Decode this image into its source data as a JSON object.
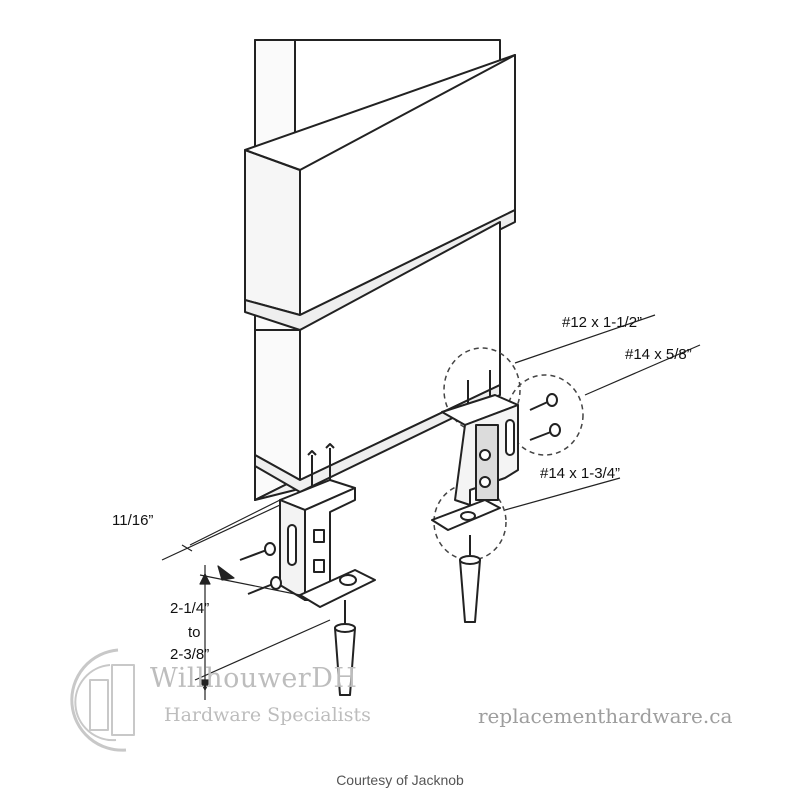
{
  "dimensions": {
    "bracket_offset": "11/16”",
    "range_from": "2-1/4”",
    "range_word": "to",
    "range_to": "2-3/8”"
  },
  "screws": {
    "top": "#12 x 1-1/2”",
    "side": "#14 x 5/8”",
    "bottom": "#14 x 1-3/4”"
  },
  "watermark": {
    "company": "WillhouwerDH",
    "tagline": "Hardware Specialists",
    "url": "replacementhardware.ca"
  },
  "credit": "Courtesy of Jacknob"
}
